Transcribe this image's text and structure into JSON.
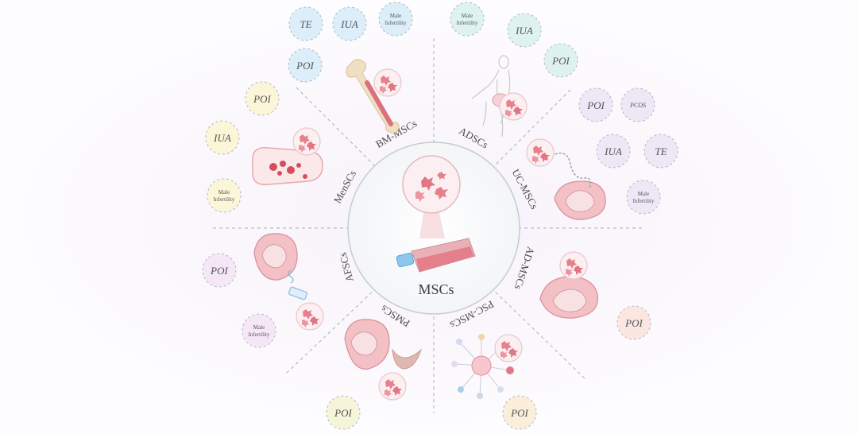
{
  "center": {
    "label": "MSCs"
  },
  "segments": [
    {
      "key": "bm",
      "label": "BM-MSCs"
    },
    {
      "key": "ad",
      "label": "ADSCs"
    },
    {
      "key": "uc",
      "label": "UC-MSCs"
    },
    {
      "key": "amd",
      "label": "AD-MSCs"
    },
    {
      "key": "psc",
      "label": "PSC-MSCs"
    },
    {
      "key": "pm",
      "label": "PMSCs"
    },
    {
      "key": "af",
      "label": "AFSCs"
    },
    {
      "key": "men",
      "label": "MenSCs"
    }
  ],
  "bubbles": [
    {
      "id": "bm-te",
      "text": "TE",
      "color": "#dceefa"
    },
    {
      "id": "bm-iua",
      "text": "IUA",
      "color": "#dceefa"
    },
    {
      "id": "bm-male",
      "line1": "Male",
      "line2": "Infertility",
      "color": "#dceefa"
    },
    {
      "id": "bm-poi",
      "text": "POI",
      "color": "#dceefa"
    },
    {
      "id": "ad-male",
      "line1": "Male",
      "line2": "Infertility",
      "color": "#dff3ee"
    },
    {
      "id": "ad-iua",
      "text": "IUA",
      "color": "#dff3ee"
    },
    {
      "id": "ad-poi",
      "text": "POI",
      "color": "#dff3ee"
    },
    {
      "id": "uc-poi",
      "text": "POI",
      "color": "#ece8f6"
    },
    {
      "id": "uc-pcos",
      "text": "PCOS",
      "color": "#ece8f6"
    },
    {
      "id": "uc-iua",
      "text": "IUA",
      "color": "#ece8f6"
    },
    {
      "id": "uc-te",
      "text": "TE",
      "color": "#ece8f6"
    },
    {
      "id": "uc-male",
      "line1": "Male",
      "line2": "Infertility",
      "color": "#ece8f6"
    },
    {
      "id": "amd-poi",
      "text": "POI",
      "color": "#fbe6e2"
    },
    {
      "id": "psc-poi",
      "text": "POI",
      "color": "#fbeedb"
    },
    {
      "id": "pm-poi",
      "text": "POI",
      "color": "#f6f5da"
    },
    {
      "id": "af-poi",
      "text": "POI",
      "color": "#f6e7f6"
    },
    {
      "id": "af-male",
      "line1": "Male",
      "line2": "Infertility",
      "color": "#f6e7f6"
    },
    {
      "id": "men-poi",
      "text": "POI",
      "color": "#fbf6d8"
    },
    {
      "id": "men-iua",
      "text": "IUA",
      "color": "#fbf6d8"
    },
    {
      "id": "men-male",
      "line1": "Male",
      "line2": "Infertility",
      "color": "#fbf6d8"
    }
  ],
  "colors": {
    "cell": "#e6808a",
    "cell_light": "#f6d6d9",
    "line": "#9aa0a8",
    "text": "#444444"
  }
}
